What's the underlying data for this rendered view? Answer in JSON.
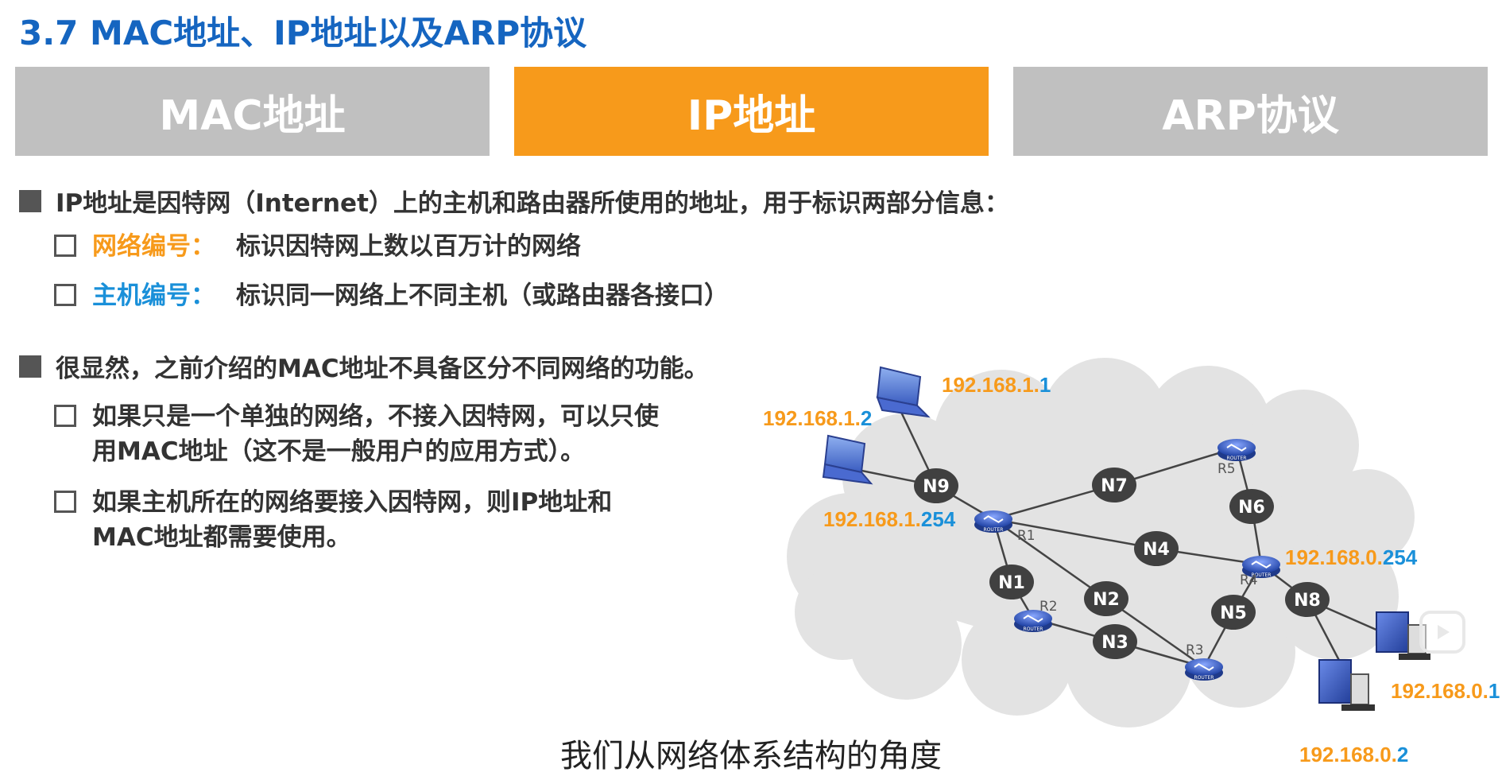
{
  "title": "3.7 MAC地址、IP地址以及ARP协议",
  "tabs": [
    {
      "label": "MAC地址",
      "active": false
    },
    {
      "label": "IP地址",
      "active": true
    },
    {
      "label": "ARP协议",
      "active": false
    }
  ],
  "section1": {
    "text": "IP地址是因特网（Internet）上的主机和路由器所使用的地址，用于标识两部分信息：",
    "items": [
      {
        "keyword": "网络编号：",
        "text": "标识因特网上数以百万计的网络"
      },
      {
        "keyword": "主机编号：",
        "text": "标识同一网络上不同主机（或路由器各接口）"
      }
    ]
  },
  "section2": {
    "text": "很显然，之前介绍的MAC地址不具备区分不同网络的功能。",
    "items": [
      {
        "line1": "如果只是一个单独的网络，不接入因特网，可以只使",
        "line2": "用MAC地址（这不是一般用户的应用方式）。"
      },
      {
        "line1": "如果主机所在的网络要接入因特网，则IP地址和",
        "line2": "MAC地址都需要使用。"
      }
    ]
  },
  "diagram": {
    "networks": [
      "N1",
      "N2",
      "N3",
      "N4",
      "N5",
      "N6",
      "N7",
      "N8",
      "N9"
    ],
    "routers": [
      "R1",
      "R2",
      "R3",
      "R4",
      "R5"
    ],
    "router_icon_text": "ROUTER",
    "ip_labels": {
      "host_1_1": {
        "net": "192.168.1.",
        "host": "1"
      },
      "host_1_2": {
        "net": "192.168.1.",
        "host": "2"
      },
      "gw_1": {
        "net": "192.168.1.",
        "host": "254"
      },
      "gw_0": {
        "net": "192.168.0.",
        "host": "254"
      },
      "host_0_1": {
        "net": "192.168.0.",
        "host": "1"
      },
      "host_0_2": {
        "net": "192.168.0.",
        "host": "2"
      }
    },
    "colors": {
      "network_part": "#f79a1b",
      "host_part": "#1a90d9",
      "cloud": "#e3e3e3",
      "network_node": "#404040"
    }
  },
  "subtitle": "我们从网络体系结构的角度",
  "colors": {
    "title": "#1565c0",
    "tab_active": "#f79a1b",
    "tab_inactive": "#c0c0c0"
  }
}
